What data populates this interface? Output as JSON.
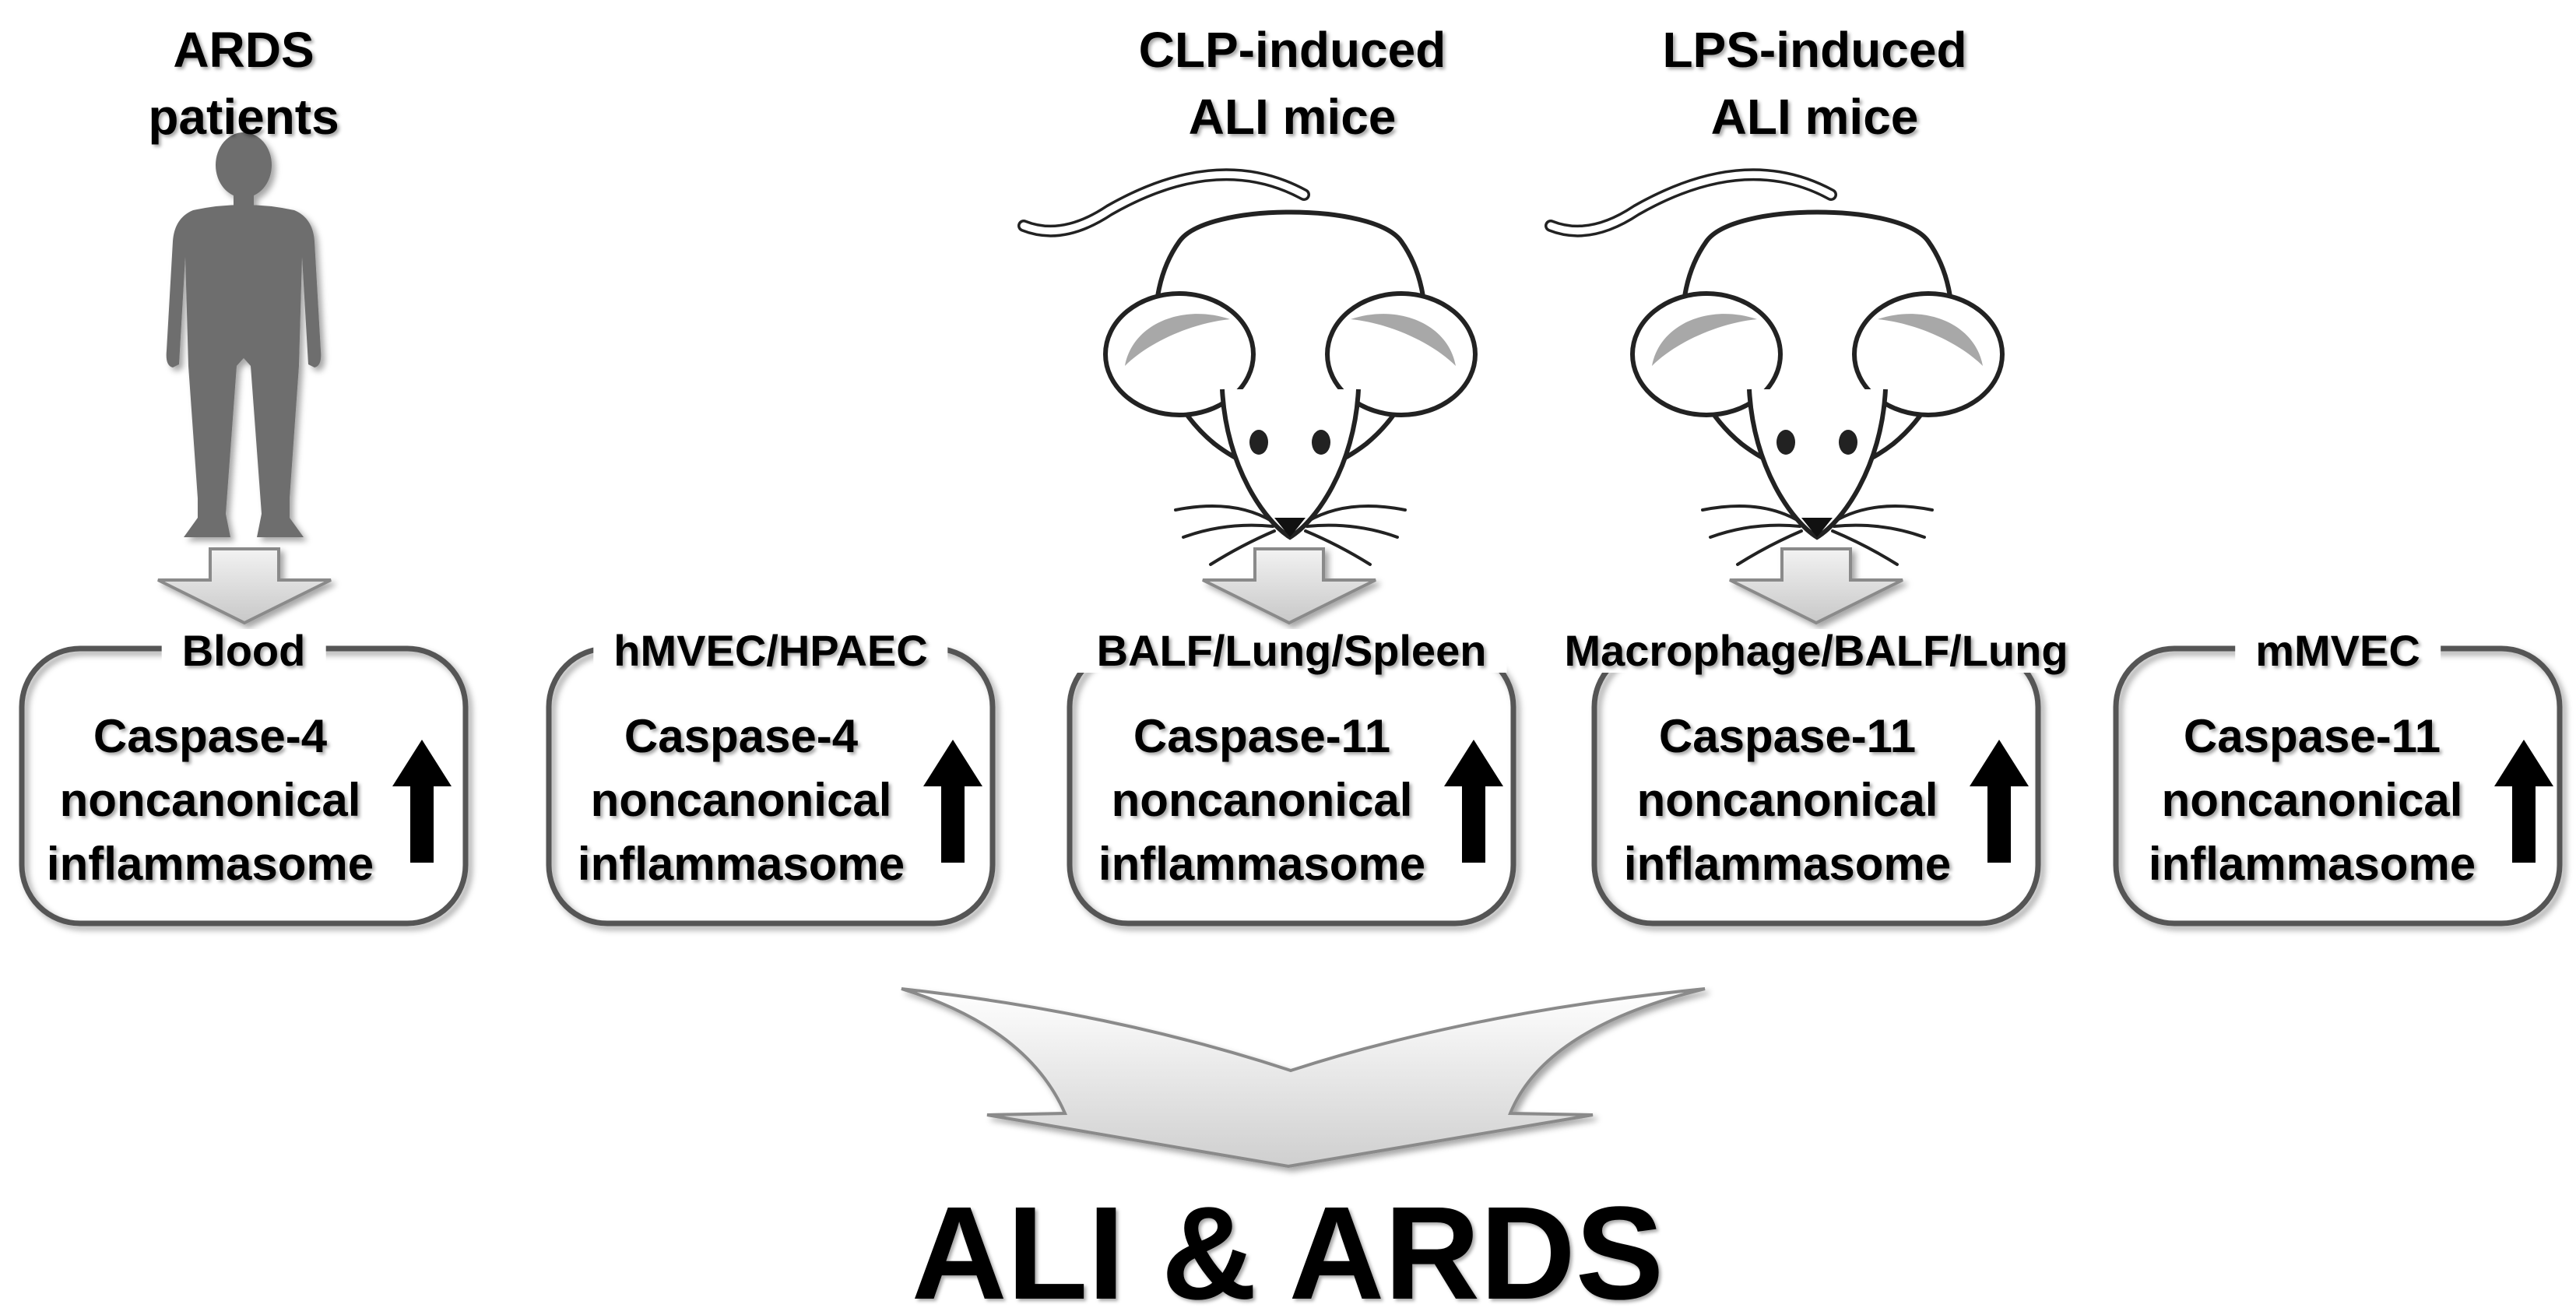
{
  "sources": [
    {
      "line1": "ARDS",
      "line2": "patients"
    },
    {
      "line1": "CLP-induced",
      "line2": "ALI mice"
    },
    {
      "line1": "LPS-induced",
      "line2": "ALI mice"
    }
  ],
  "boxes": [
    {
      "label": "Blood",
      "line1": "Caspase-4",
      "line2": "noncanonical",
      "line3": "inflammasome",
      "arrow": "up-arrow-icon"
    },
    {
      "label": "hMVEC/HPAEC",
      "line1": "Caspase-4",
      "line2": "noncanonical",
      "line3": "inflammasome",
      "arrow": "up-arrow-icon"
    },
    {
      "label": "BALF/Lung/Spleen",
      "line1": "Caspase-11",
      "line2": "noncanonical",
      "line3": "inflammasome",
      "arrow": "up-arrow-icon"
    },
    {
      "label": "Macrophage/BALF/Lung",
      "line1": "Caspase-11",
      "line2": "noncanonical",
      "line3": "inflammasome",
      "arrow": "up-arrow-icon"
    },
    {
      "label": "mMVEC",
      "line1": "Caspase-11",
      "line2": "noncanonical",
      "line3": "inflammasome",
      "arrow": "up-arrow-icon"
    }
  ],
  "outcome": "ALI & ARDS",
  "icons": [
    "human-figure-icon",
    "mouse-icon",
    "down-arrow-icon",
    "up-arrow-icon",
    "converging-arrow-icon"
  ],
  "colors": {
    "figure": "#6e6e6e",
    "box_border": "#555555",
    "arrow_fill": "#d6d6d6",
    "ear": "#a8a8a8"
  }
}
